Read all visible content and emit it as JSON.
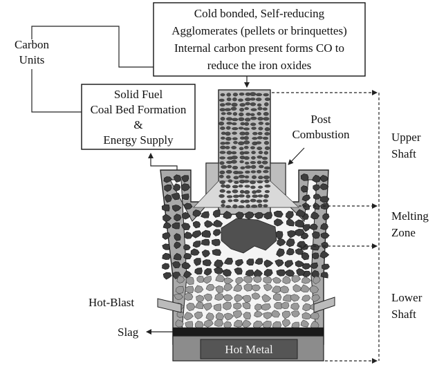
{
  "labels": {
    "carbon_units": [
      "Carbon",
      "Units"
    ],
    "top_box": [
      "Cold bonded, Self-reducing",
      "Agglomerates (pellets or brinquettes)",
      "Internal carbon present forms CO to",
      "reduce the iron oxides"
    ],
    "fuel_box": [
      "Solid Fuel",
      "Coal Bed Formation",
      "&",
      "Energy Supply"
    ],
    "post_combustion": [
      "Post",
      "Combustion"
    ],
    "upper_shaft": [
      "Upper",
      "Shaft"
    ],
    "melting_zone": [
      "Melting",
      "Zone"
    ],
    "lower_shaft": [
      "Lower",
      "Shaft"
    ],
    "hot_blast": "Hot-Blast",
    "slag": "Slag",
    "hot_metal": "Hot Metal"
  },
  "colors": {
    "wall": "#a9a9a9",
    "coal": "#3d3d3d",
    "hot_metal_bg": "#555555",
    "hearth": "#8c8c8c"
  }
}
